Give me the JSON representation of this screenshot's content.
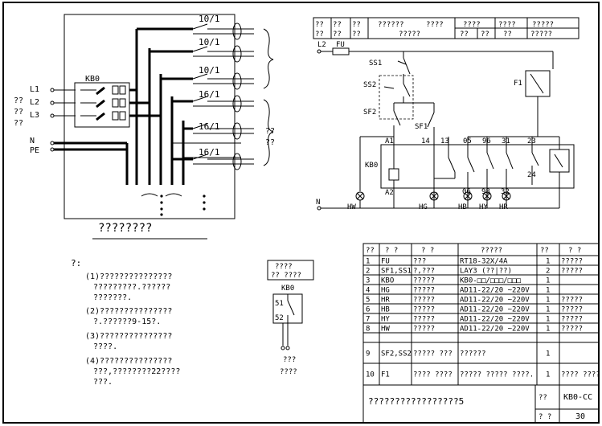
{
  "power_panel": {
    "breaker_block_label": "KB0",
    "supply_labels": [
      "L1",
      "L2",
      "L3",
      "N",
      "PE"
    ],
    "supply_side_text": [
      "??",
      "??",
      "??"
    ],
    "outgoing_breakers": [
      "10/1",
      "10/1",
      "10/1",
      "16/1",
      "16/1",
      "16/1"
    ],
    "annotation_right": [
      "??",
      "??"
    ],
    "panel_caption": "????????"
  },
  "control_circuit": {
    "header_cells": [
      "??",
      "??",
      "??",
      "??????",
      "????",
      "????",
      "????",
      "?????",
      "??",
      "??",
      "??",
      "?????",
      "??",
      "??",
      "??",
      "?????"
    ],
    "line_label": "L2",
    "fuse_label": "FU",
    "neutral_label": "N",
    "ss1": "SS1",
    "ss2": "SS2",
    "sf2": "SF2",
    "sf1": "SF1",
    "f1": "F1",
    "kb0": "KB0",
    "terminals": [
      "A1",
      "14",
      "13",
      "05",
      "96",
      "31",
      "23",
      "24",
      "A2",
      "06",
      "98",
      "32"
    ],
    "lamps": [
      "HW",
      "HG",
      "HB",
      "HY",
      "HR"
    ]
  },
  "notes": {
    "heading": "?:",
    "items": [
      "(1)???????????????",
      "?????????.??????",
      "???????.",
      "(2)???????????????",
      "?.??????9-15?.",
      "(3)???????????????",
      "????.",
      "(4)???????????????",
      "???,????????22????",
      "???."
    ]
  },
  "aux_detail": {
    "title_top": "????",
    "title_bottom": "?? ????",
    "module": "KB0",
    "pins": [
      "51",
      "52"
    ],
    "foot": [
      "???",
      "????"
    ]
  },
  "parts_table": {
    "headers": [
      "??",
      "? ?",
      "? ?",
      "?????",
      "??",
      "? ?"
    ],
    "rows": [
      [
        "1",
        "FU",
        "???",
        "RT18-32X/4A",
        "1",
        "?????"
      ],
      [
        "2",
        "SF1,SS1",
        "?,???",
        "LAY3 (??|??)",
        "2",
        "?????"
      ],
      [
        "3",
        "KBO",
        "?????",
        "KB0-□□/□□□/□□□",
        "1",
        ""
      ],
      [
        "4",
        "HG",
        "?????",
        "AD11-22/20 ~220V",
        "1",
        ""
      ],
      [
        "5",
        "HR",
        "?????",
        "AD11-22/20 ~220V",
        "1",
        "?????"
      ],
      [
        "6",
        "HB",
        "?????",
        "AD11-22/20 ~220V",
        "1",
        "?????"
      ],
      [
        "7",
        "HY",
        "?????",
        "AD11-22/20 ~220V",
        "1",
        "?????"
      ],
      [
        "8",
        "HW",
        "?????",
        "AD11-22/20 ~220V",
        "1",
        "?????"
      ],
      [
        "9",
        "SF2,SS2",
        "????? ???",
        "??????",
        "1",
        ""
      ],
      [
        "10",
        "F1",
        "???? ????",
        "?????  ????? ????.",
        "1",
        "???? ????"
      ]
    ]
  },
  "title_block": {
    "drawing_title": "?????????????????5",
    "code_label": "??",
    "code_value": "KB0-CC",
    "page_label": "? ?",
    "page_value": "30"
  }
}
